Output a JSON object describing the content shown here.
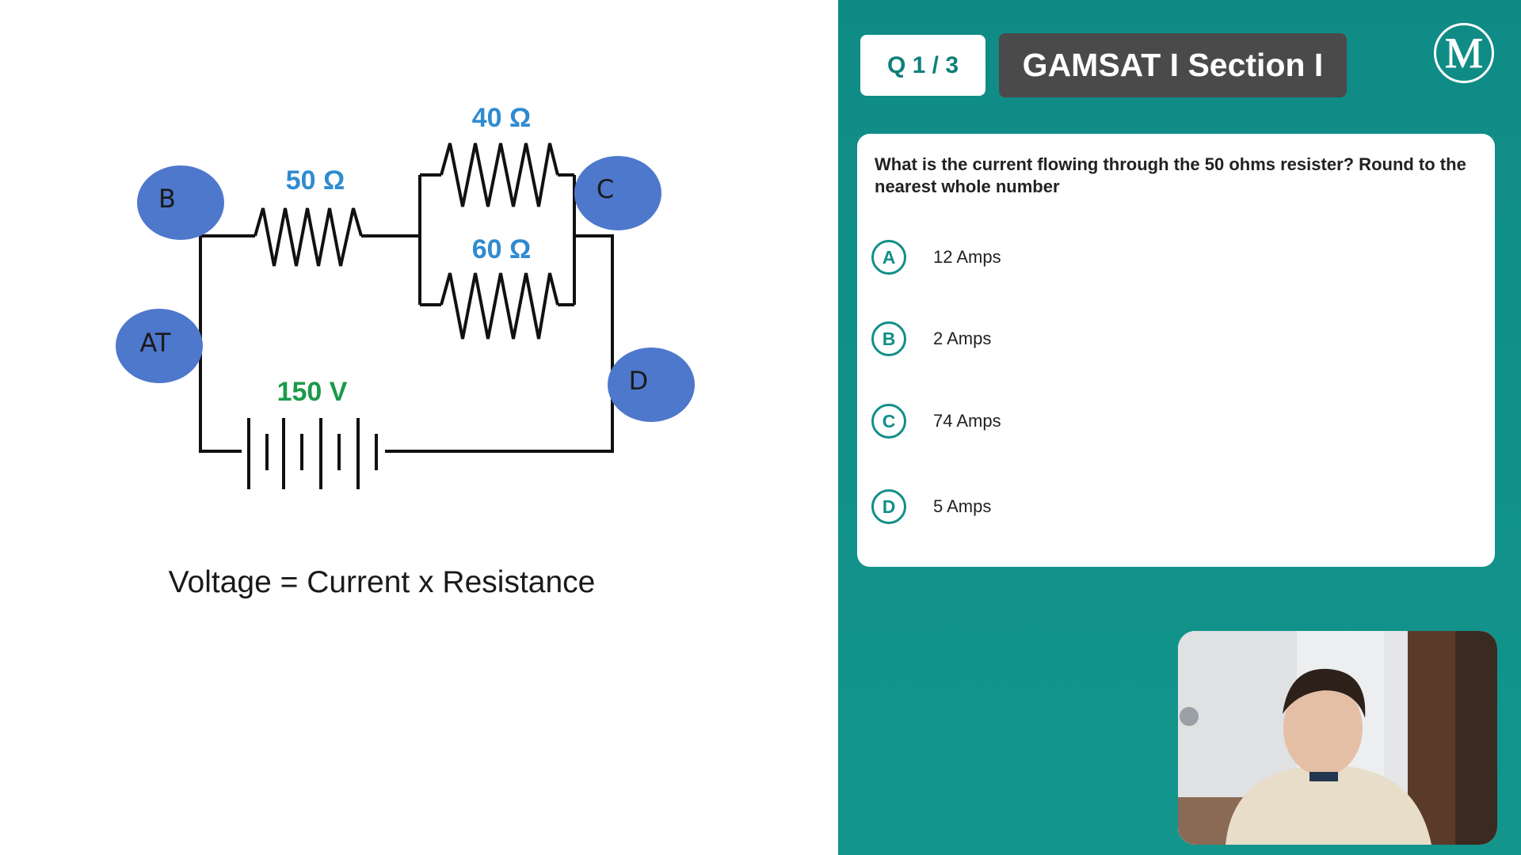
{
  "circuit": {
    "resistor_50": "50 Ω",
    "resistor_40": "40 Ω",
    "resistor_60": "60 Ω",
    "battery": "150 V",
    "node_b": "B",
    "node_at": "AT",
    "node_c": "C",
    "node_d": "D",
    "formula": "Voltage = Current x Resistance"
  },
  "header": {
    "counter": "Q 1 / 3",
    "section": "GAMSAT I Section I",
    "logo_letter": "M"
  },
  "question": {
    "text": "What is the current flowing through the 50 ohms resister? Round to the nearest whole number",
    "options": [
      {
        "letter": "A",
        "label": "12 Amps"
      },
      {
        "letter": "B",
        "label": "2 Amps"
      },
      {
        "letter": "C",
        "label": "74 Amps"
      },
      {
        "letter": "D",
        "label": "5 Amps"
      }
    ]
  },
  "colors": {
    "teal": "#128f88",
    "node_blue": "#4e78cc",
    "resistor_label_blue": "#2f8bd0",
    "battery_label_green": "#1c9a4a"
  }
}
